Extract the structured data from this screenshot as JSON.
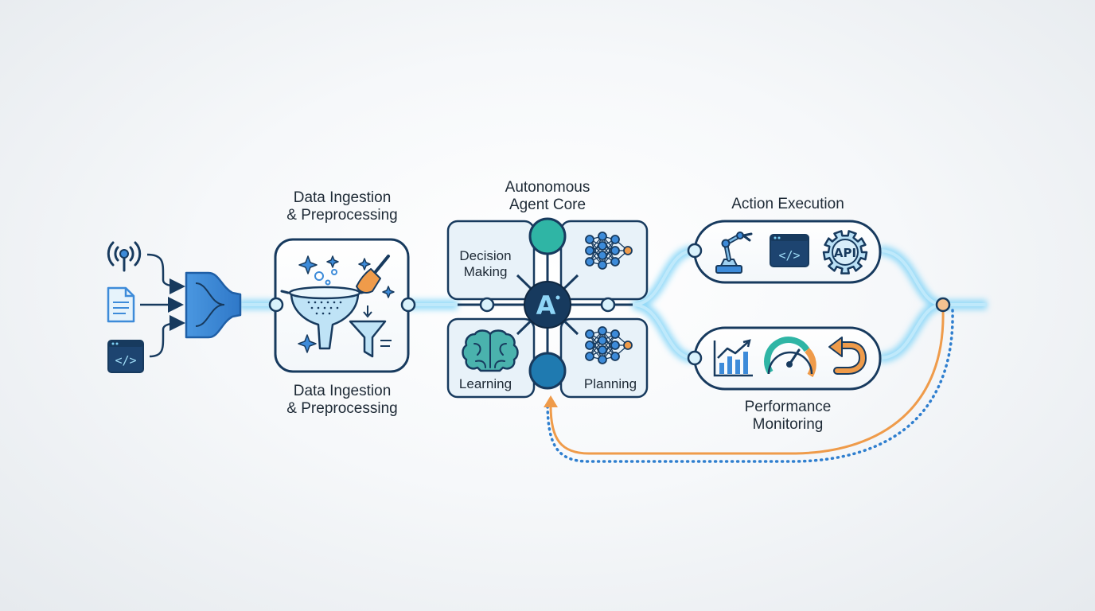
{
  "labels": {
    "ingest_top": [
      "Data Ingestion",
      "& Preprocessing"
    ],
    "ingest_bottom": [
      "Data Ingestion",
      "& Preprocessing"
    ],
    "core_title": [
      "Autonomous",
      "Agent Core"
    ],
    "action_title": "Action Execution",
    "perf_title": [
      "Performance",
      "Monitoring"
    ]
  },
  "core": {
    "emblem": "A",
    "decision": [
      "Decision",
      "Making"
    ],
    "learning": "Learning",
    "planning": "Planning"
  },
  "action": {
    "api_label": "API",
    "code_glyph": "</>"
  },
  "sources": {
    "code_glyph": "</>"
  },
  "icons": [
    "antenna-icon",
    "document-icon",
    "code-window-icon",
    "merge-connector-icon",
    "sparkle-icon",
    "bubbles-icon",
    "colander-icon",
    "broom-icon",
    "funnel-icon",
    "neural-network-icon",
    "brain-icon",
    "robot-arm-icon",
    "gear-icon",
    "bar-chart-icon",
    "speedometer-icon",
    "undo-arrow-icon"
  ],
  "colors": {
    "navy": "#173a5e",
    "blue": "#3d8bd9",
    "light_blue": "#a7dbf5",
    "glow": "#7fd3f7",
    "teal": "#2fb5a5",
    "orange": "#ef9b4a",
    "dot_blue": "#2f7fcf"
  }
}
